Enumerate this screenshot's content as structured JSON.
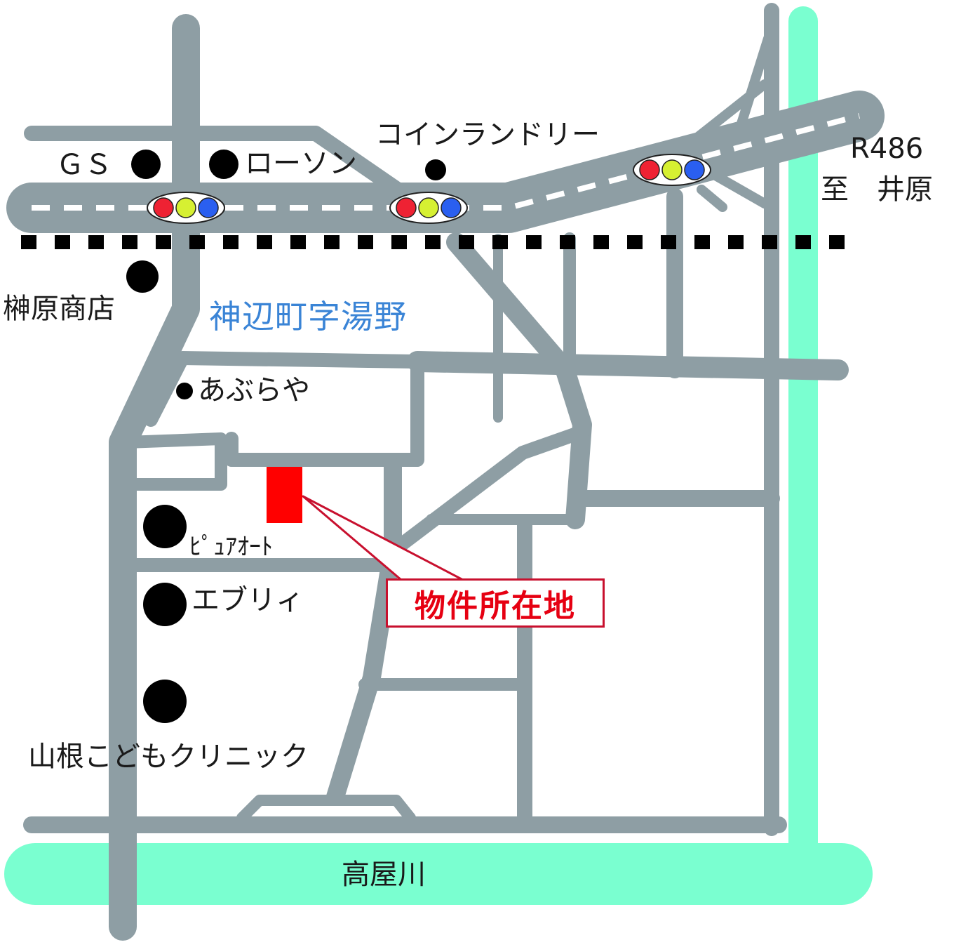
{
  "map": {
    "area_name": "神辺町字湯野",
    "river_name": "高屋川",
    "route": "R486",
    "direction": "至　井原",
    "property_label": "物件所在地",
    "landmarks": {
      "gs": "ＧＳ",
      "lawson": "ローソン",
      "coin_laundry": "コインランドリー",
      "sakakibara": "榊原商店",
      "aburaya": "あぶらや",
      "pure_auto": "ﾋﾟｭｱｵｰﾄ",
      "every": "エブリィ",
      "clinic": "山根こどもクリニック"
    },
    "colors": {
      "road": "#8e9ea4",
      "river": "#7affd0",
      "property": "#ff0000",
      "callout_border": "#c8102e",
      "callout_text": "#e60012",
      "area_text": "#3a84d6",
      "signal_red": "#ee2233",
      "signal_yellow": "#d6f032",
      "signal_blue": "#2a5ff0"
    }
  }
}
